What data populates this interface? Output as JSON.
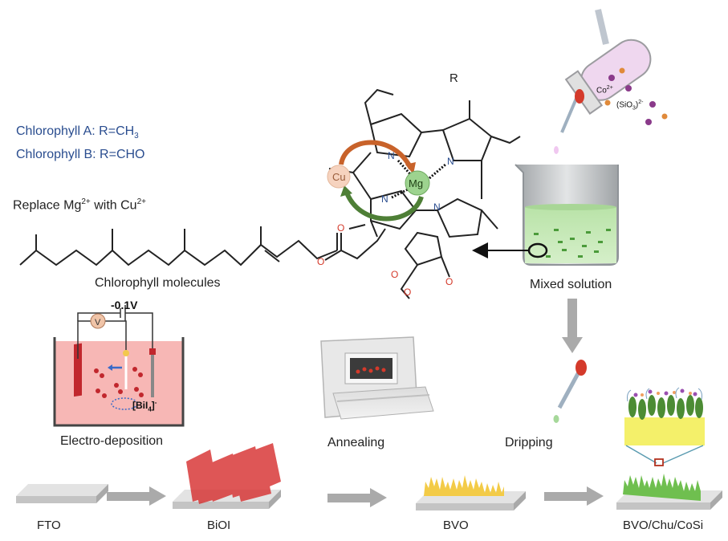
{
  "chlorophyll_a": {
    "prefix": "Chlorophyll A: R=CH",
    "sub": "3"
  },
  "chlorophyll_b": "Chlorophyll B: R=CHO",
  "replace": {
    "p1": "Replace Mg",
    "sup1": "2+",
    "p2": " with Cu",
    "sup2": "2+"
  },
  "molecule_caption": "Chlorophyll molecules",
  "r_label": "R",
  "atoms": {
    "N": "N",
    "O": "O",
    "Cu": "Cu",
    "Mg": "Mg"
  },
  "mixed_solution": "Mixed solution",
  "tube": {
    "co": "Co",
    "co_sup": "2+",
    "sio": "(SiO",
    "sio_sub": "3",
    "sio_sup": "2-",
    "sio_close": ")"
  },
  "circuit": {
    "voltage": "-0.1V",
    "meter": "V"
  },
  "bii4": {
    "open": "[BiI",
    "sub": "4",
    "close": "]",
    "sup": "-"
  },
  "steps": {
    "electro": "Electro-deposition",
    "annealing": "Annealing",
    "dripping": "Dripping"
  },
  "substrates": {
    "fto": "FTO",
    "bioi": "BiOI",
    "bvo": "BVO",
    "final": "BVO/Chu/CoSi"
  }
}
